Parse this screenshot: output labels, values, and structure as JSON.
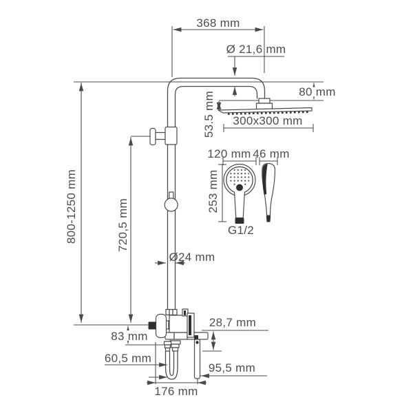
{
  "diagram": {
    "title": "shower-column-technical-drawing",
    "colors": {
      "line": "#4a4a4a",
      "dark_fill": "#2e2e2e",
      "background": "#ffffff"
    },
    "labels": {
      "arm_span": "368 mm",
      "arm_tube_diameter": "Ø 21,6 mm",
      "arm_drop": "80 mm",
      "head_assembly_height": "53.5 mm",
      "head_plate_size": "300x300 mm",
      "handshower_width": "120 mm",
      "handshower_depth": "46 mm",
      "handshower_length": "253 mm",
      "hose_thread": "G1/2",
      "column_height_range": "800-1250 mm",
      "upper_section_height": "720,5 mm",
      "riser_pipe_diameter": "Ø24 mm",
      "spout_drop": "83 mm",
      "holder_offset": "28,7 mm",
      "holder_reach": "95,5 mm",
      "spout_reach": "60,5 mm",
      "valve_depth": "176 mm"
    }
  }
}
